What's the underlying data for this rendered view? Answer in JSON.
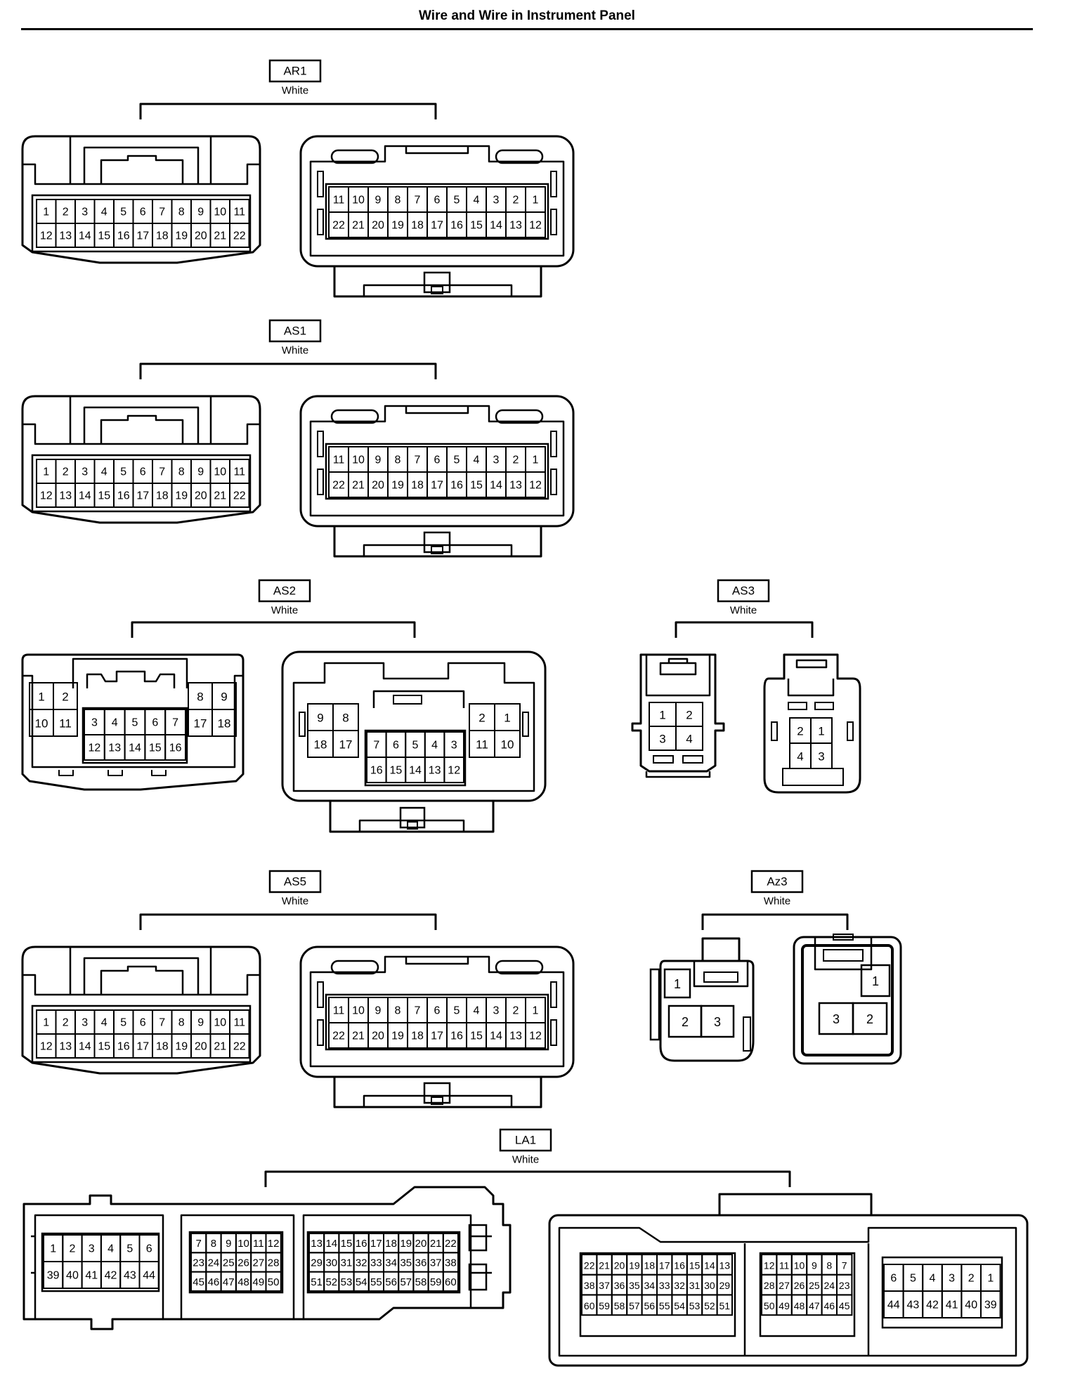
{
  "title": "Wire and Wire in Instrument Panel",
  "connectors": [
    {
      "code": "AR1",
      "color": "White",
      "left": {
        "rows": [
          [
            "1",
            "2",
            "3",
            "4",
            "5",
            "6",
            "7",
            "8",
            "9",
            "10",
            "11"
          ],
          [
            "12",
            "13",
            "14",
            "15",
            "16",
            "17",
            "18",
            "19",
            "20",
            "21",
            "22"
          ]
        ]
      },
      "right": {
        "rows": [
          [
            "11",
            "10",
            "9",
            "8",
            "7",
            "6",
            "5",
            "4",
            "3",
            "2",
            "1"
          ],
          [
            "22",
            "21",
            "20",
            "19",
            "18",
            "17",
            "16",
            "15",
            "14",
            "13",
            "12"
          ]
        ]
      }
    },
    {
      "code": "AS1",
      "color": "White",
      "left": {
        "rows": [
          [
            "1",
            "2",
            "3",
            "4",
            "5",
            "6",
            "7",
            "8",
            "9",
            "10",
            "11"
          ],
          [
            "12",
            "13",
            "14",
            "15",
            "16",
            "17",
            "18",
            "19",
            "20",
            "21",
            "22"
          ]
        ]
      },
      "right": {
        "rows": [
          [
            "11",
            "10",
            "9",
            "8",
            "7",
            "6",
            "5",
            "4",
            "3",
            "2",
            "1"
          ],
          [
            "22",
            "21",
            "20",
            "19",
            "18",
            "17",
            "16",
            "15",
            "14",
            "13",
            "12"
          ]
        ]
      }
    },
    {
      "code": "AS2",
      "color": "White",
      "left": {
        "blocks": [
          {
            "rows": [
              [
                "1",
                "2"
              ],
              [
                "10",
                "11"
              ]
            ]
          },
          {
            "rows": [
              [
                "3",
                "4",
                "5",
                "6",
                "7"
              ],
              [
                "12",
                "13",
                "14",
                "15",
                "16"
              ]
            ]
          },
          {
            "rows": [
              [
                "8",
                "9"
              ],
              [
                "17",
                "18"
              ]
            ]
          }
        ]
      },
      "right": {
        "blocks": [
          {
            "rows": [
              [
                "9",
                "8"
              ],
              [
                "18",
                "17"
              ]
            ]
          },
          {
            "rows": [
              [
                "7",
                "6",
                "5",
                "4",
                "3"
              ],
              [
                "16",
                "15",
                "14",
                "13",
                "12"
              ]
            ]
          },
          {
            "rows": [
              [
                "2",
                "1"
              ],
              [
                "11",
                "10"
              ]
            ]
          }
        ]
      }
    },
    {
      "code": "AS3",
      "color": "White",
      "left": {
        "rows": [
          [
            "1",
            "2"
          ],
          [
            "3",
            "4"
          ]
        ]
      },
      "right": {
        "rows": [
          [
            "2",
            "1"
          ],
          [
            "4",
            "3"
          ]
        ]
      }
    },
    {
      "code": "AS5",
      "color": "White",
      "left": {
        "rows": [
          [
            "1",
            "2",
            "3",
            "4",
            "5",
            "6",
            "7",
            "8",
            "9",
            "10",
            "11"
          ],
          [
            "12",
            "13",
            "14",
            "15",
            "16",
            "17",
            "18",
            "19",
            "20",
            "21",
            "22"
          ]
        ]
      },
      "right": {
        "rows": [
          [
            "11",
            "10",
            "9",
            "8",
            "7",
            "6",
            "5",
            "4",
            "3",
            "2",
            "1"
          ],
          [
            "22",
            "21",
            "20",
            "19",
            "18",
            "17",
            "16",
            "15",
            "14",
            "13",
            "12"
          ]
        ]
      }
    },
    {
      "code": "Az3",
      "color": "White",
      "left": {
        "pins": [
          "1",
          "2",
          "3"
        ]
      },
      "right": {
        "pins": [
          "1",
          "3",
          "2"
        ]
      }
    },
    {
      "code": "LA1",
      "color": "White",
      "left": {
        "blocks": [
          {
            "rows": [
              [
                "1",
                "2",
                "3",
                "4",
                "5",
                "6"
              ],
              [
                "39",
                "40",
                "41",
                "42",
                "43",
                "44"
              ]
            ]
          },
          {
            "rows": [
              [
                "7",
                "8",
                "9",
                "10",
                "11",
                "12"
              ],
              [
                "23",
                "24",
                "25",
                "26",
                "27",
                "28"
              ],
              [
                "45",
                "46",
                "47",
                "48",
                "49",
                "50"
              ]
            ]
          },
          {
            "rows": [
              [
                "13",
                "14",
                "15",
                "16",
                "17",
                "18",
                "19",
                "20",
                "21",
                "22"
              ],
              [
                "29",
                "30",
                "31",
                "32",
                "33",
                "34",
                "35",
                "36",
                "37",
                "38"
              ],
              [
                "51",
                "52",
                "53",
                "54",
                "55",
                "56",
                "57",
                "58",
                "59",
                "60"
              ]
            ]
          }
        ]
      },
      "right": {
        "blocks": [
          {
            "rows": [
              [
                "22",
                "21",
                "20",
                "19",
                "18",
                "17",
                "16",
                "15",
                "14",
                "13"
              ],
              [
                "38",
                "37",
                "36",
                "35",
                "34",
                "33",
                "32",
                "31",
                "30",
                "29"
              ],
              [
                "60",
                "59",
                "58",
                "57",
                "56",
                "55",
                "54",
                "53",
                "52",
                "51"
              ]
            ]
          },
          {
            "rows": [
              [
                "12",
                "11",
                "10",
                "9",
                "8",
                "7"
              ],
              [
                "28",
                "27",
                "26",
                "25",
                "24",
                "23"
              ],
              [
                "50",
                "49",
                "48",
                "47",
                "46",
                "45"
              ]
            ]
          },
          {
            "rows": [
              [
                "6",
                "5",
                "4",
                "3",
                "2",
                "1"
              ],
              [
                "44",
                "43",
                "42",
                "41",
                "40",
                "39"
              ]
            ]
          }
        ]
      }
    }
  ]
}
